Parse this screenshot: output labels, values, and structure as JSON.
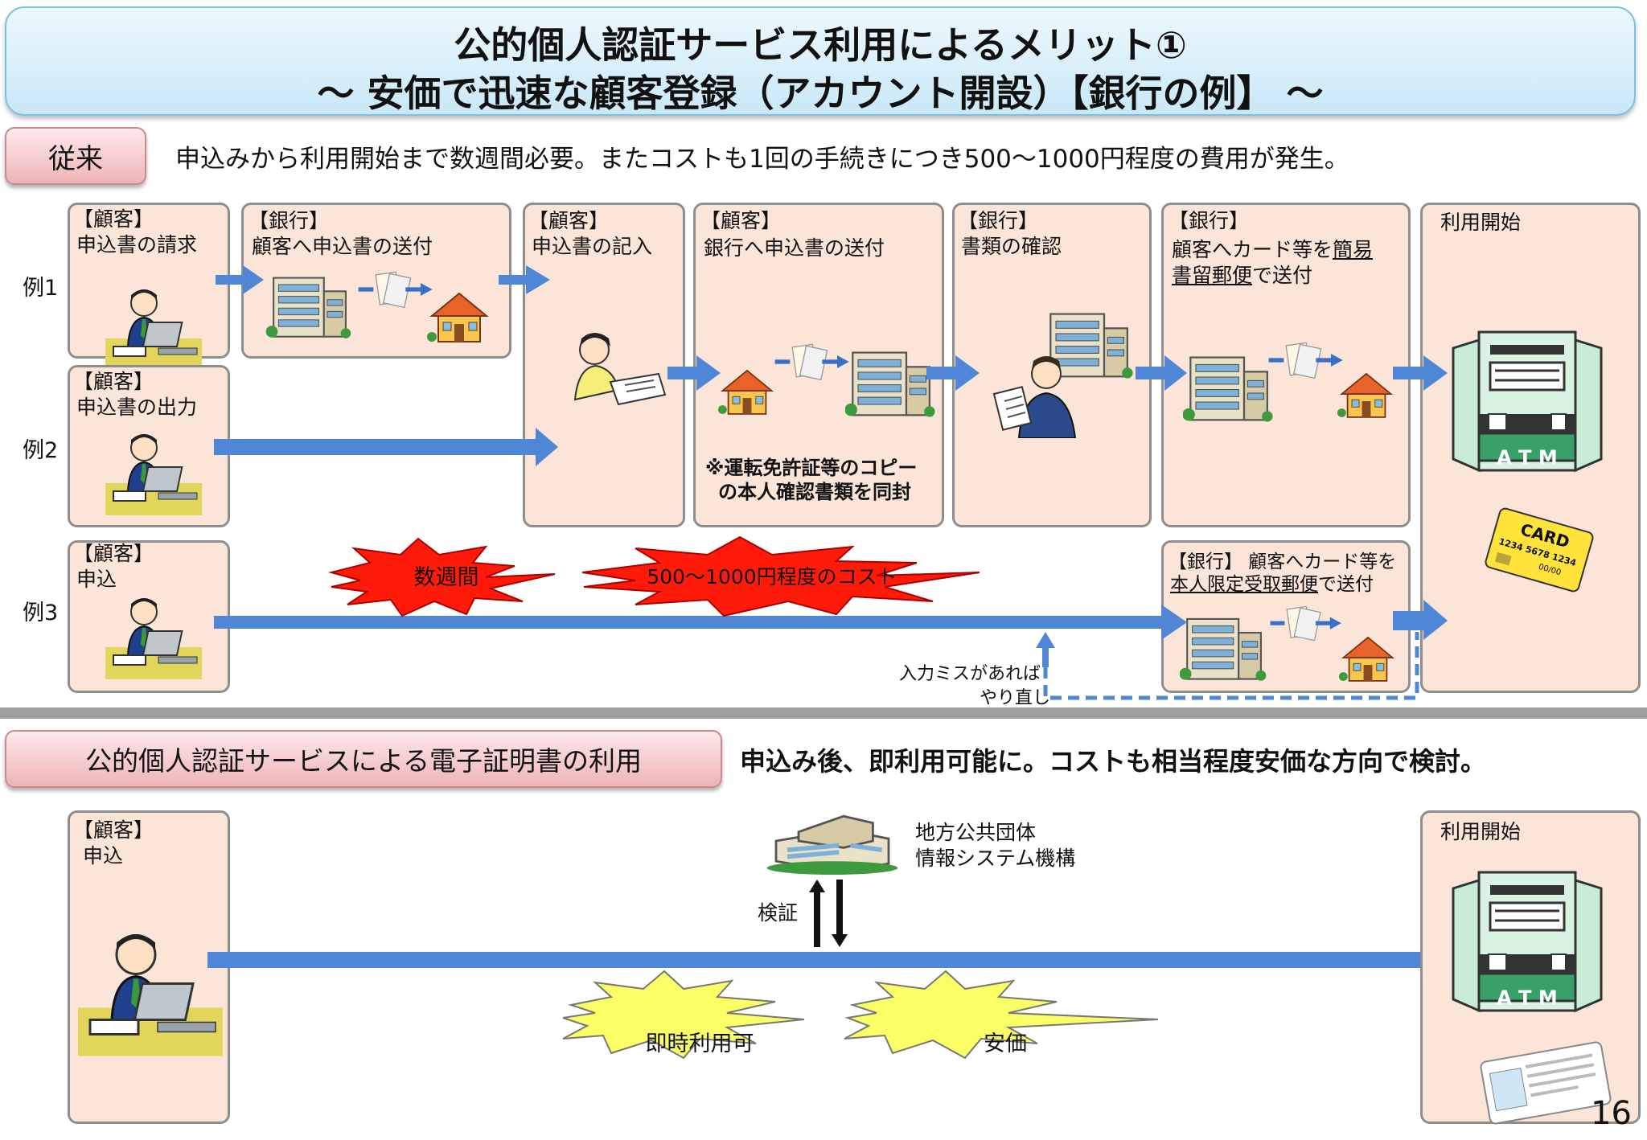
{
  "title": {
    "line1": "公的個人認証サービス利用によるメリット①",
    "line2": "～ 安価で迅速な顧客登録（アカウント開設）【銀行の例】 ～"
  },
  "conventional": {
    "label": "従来",
    "description": "申込みから利用開始まで数週間必要。またコストも1回の手続きにつき500～1000円程度の費用が発生。",
    "row_labels": [
      "例1",
      "例2",
      "例3"
    ],
    "boxes": {
      "c1_tag": "【顧客】",
      "c1_text": "申込書の請求",
      "c2_tag": "【顧客】",
      "c2_text": "申込書の出力",
      "c3_tag": "【顧客】",
      "c3_text": "申込",
      "bank_send_tag": "【銀行】",
      "bank_send_text": "顧客へ申込書の送付",
      "fill_tag": "【顧客】",
      "fill_text": "申込書の記入",
      "return_tag": "【顧客】",
      "return_text": "銀行へ申込書の送付",
      "return_note_line1": "※運転免許証等のコピー",
      "return_note_line2": "の本人確認書類を同封",
      "check_tag": "【銀行】",
      "check_text": "書類の確認",
      "card_tag": "【銀行】",
      "card_line1_a": "顧客へカード等を",
      "card_line1_b": "簡易",
      "card_line2_a": "書留郵便",
      "card_line2_b": "で送付",
      "card3_line1": "【銀行】 顧客へカード等を",
      "card3_line2_a": "本人限定受取郵便",
      "card3_line2_b": "で送付",
      "start": "利用開始"
    },
    "burst_weeks": "数週間",
    "burst_cost": "500～1000円程度のコスト",
    "retry_line1": "入力ミスがあれば",
    "retry_line2": "やり直し",
    "atm_label": "A T M",
    "card_word": "CARD",
    "card_number": "1234 5678 1234",
    "card_expiry": "00/00"
  },
  "jpki": {
    "label": "公的個人認証サービスによる電子証明書の利用",
    "description": "申込み後、即利用可能に。コストも相当程度安価な方向で検討。",
    "customer_tag": "【顧客】",
    "customer_text": "申込",
    "org_line1": "地方公共団体",
    "org_line2": "情報システム機構",
    "verify": "検証",
    "start": "利用開始",
    "burst_instant": "即時利用可",
    "burst_cheap": "安価",
    "atm_label": "A T M"
  },
  "page_number": "16",
  "colors": {
    "arrow": "#4f86d6",
    "box_fill": "#fbe4d8",
    "burst_red": "#ff1a0a",
    "burst_yellow": "#fbff66"
  }
}
